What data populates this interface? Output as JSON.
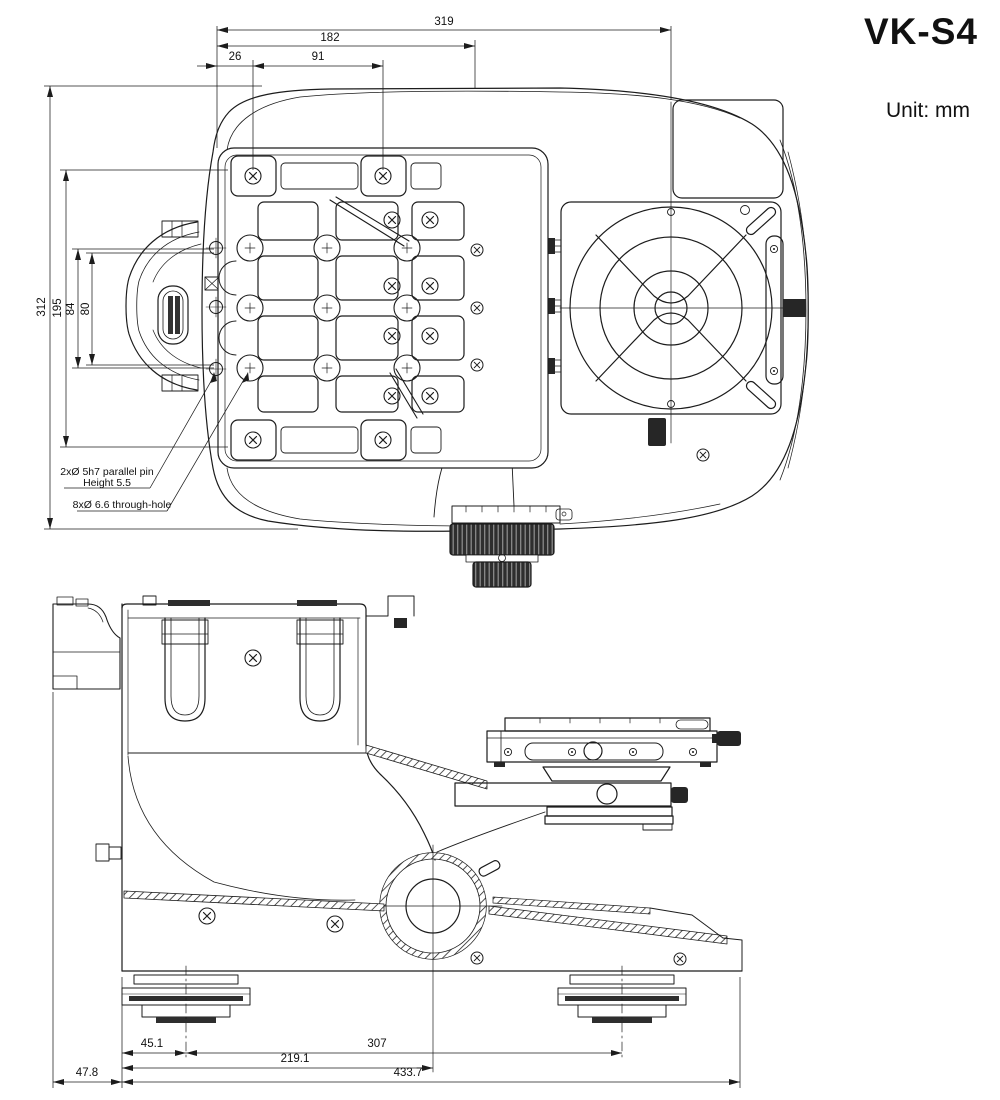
{
  "title": "VK-S4",
  "unit_label": "Unit: mm",
  "colors": {
    "line": "#1c1c1c",
    "background": "#ffffff",
    "dark_fill": "#262626"
  },
  "top_view": {
    "hdims": {
      "d319": "319",
      "d182": "182",
      "d26": "26",
      "d91": "91"
    },
    "vdims": {
      "d312": "312",
      "d195": "195",
      "d84": "84",
      "d80": "80"
    },
    "annotations": {
      "pin_line1": "2xØ 5h7 parallel pin",
      "pin_line2": "Height 5.5",
      "through_hole": "8xØ 6.6 through-hole"
    }
  },
  "side_view": {
    "dims": {
      "d45_1": "45.1",
      "d307": "307",
      "d219_1": "219.1",
      "d433_7": "433.7",
      "d47_8": "47.8"
    }
  }
}
